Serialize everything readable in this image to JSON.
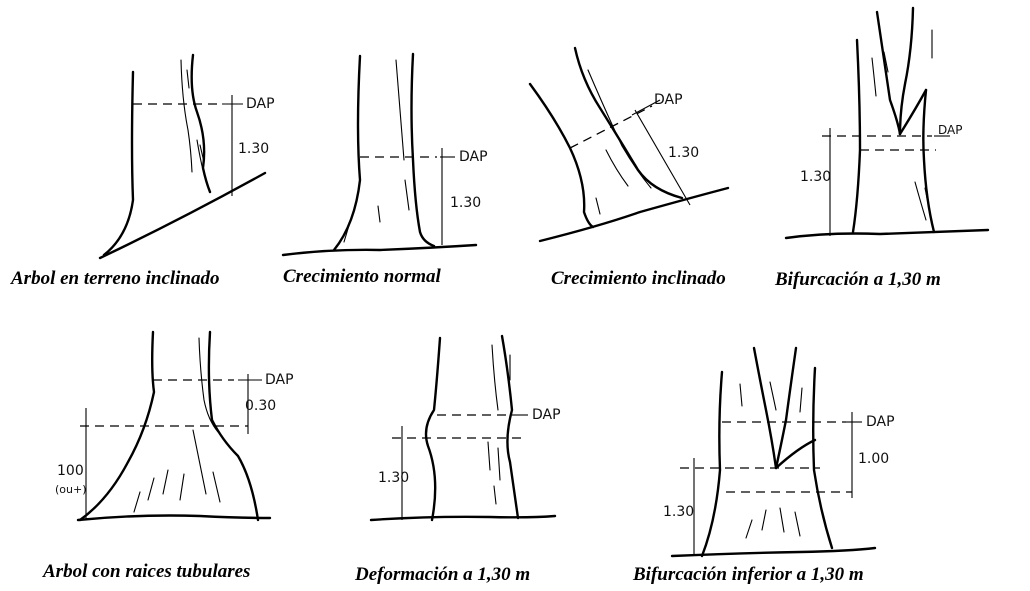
{
  "panels": [
    {
      "id": "p1",
      "caption": "Arbol en terreno inclinado",
      "labels": [
        "DAP",
        "1.30"
      ]
    },
    {
      "id": "p2",
      "caption": "Crecimiento normal",
      "labels": [
        "DAP",
        "1.30"
      ]
    },
    {
      "id": "p3",
      "caption": "Crecimiento inclinado",
      "labels": [
        "DAP",
        "1.30"
      ]
    },
    {
      "id": "p4",
      "caption": "Bifurcación a 1,30 m",
      "labels": [
        "DAP",
        "1.30"
      ]
    },
    {
      "id": "p5",
      "caption": "Arbol con raices tubulares",
      "labels": [
        "DAP",
        "0.30",
        "100",
        "(ou+)"
      ]
    },
    {
      "id": "p6",
      "caption": "Deformación a 1,30 m",
      "labels": [
        "DAP",
        "1.30"
      ]
    },
    {
      "id": "p7",
      "caption": "Bifurcación inferior a 1,30 m",
      "labels": [
        "DAP",
        "1.00",
        "1.30"
      ]
    }
  ]
}
